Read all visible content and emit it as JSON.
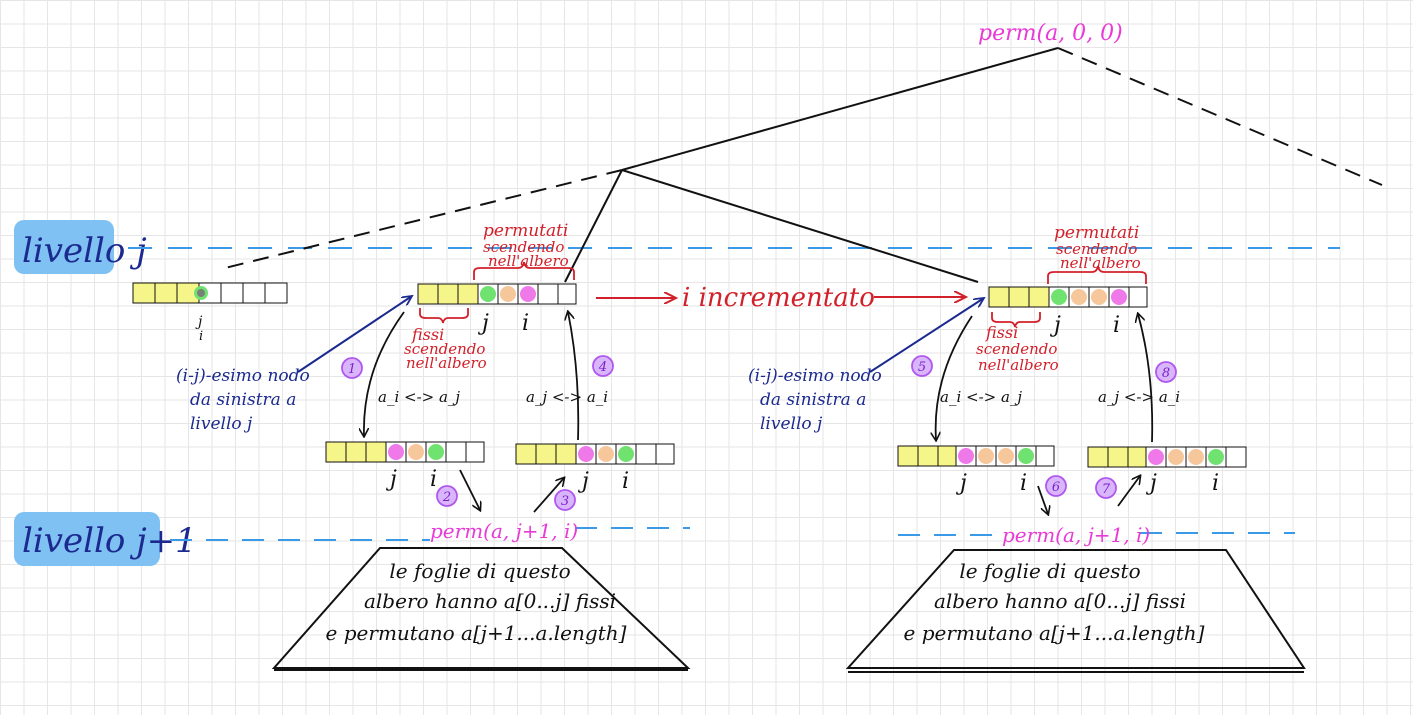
{
  "root_call": "perm(a, 0, 0)",
  "level_j_label": "livello j",
  "level_j1_label": "livello j+1",
  "arrow_label": "i incrementato",
  "permuted_label": [
    "permutati",
    "scendendo",
    "nell'albero"
  ],
  "fixed_label": [
    "fissi",
    "scendendo",
    "nell'albero"
  ],
  "node_note": [
    "(i-j)-esimo nodo",
    "da sinistra a",
    "livello j"
  ],
  "swap_forward": "a_i <-> a_j",
  "swap_back": "a_j <-> a_i",
  "index_j": "j",
  "index_i": "i",
  "child_call": "perm(a, j+1, i)",
  "subtree_text": [
    "le foglie di questo",
    "albero hanno a[0...j] fissi",
    "e permutano a[j+1...a.length]"
  ],
  "steps": [
    "1",
    "2",
    "3",
    "4",
    "5",
    "6",
    "7",
    "8"
  ],
  "colors": {
    "yellow": "#f6f58a",
    "green": "#6fe26f",
    "orange": "#f6c79b",
    "pink": "#ef79e8",
    "gray": "#7a7f78",
    "magenta": "#e83ad6",
    "red": "#d2202a",
    "navy": "#1c2a8f",
    "level_highlight": "#7ec1f2",
    "dashed_level": "#3a9ae8",
    "step_badge": "#b057f0"
  }
}
